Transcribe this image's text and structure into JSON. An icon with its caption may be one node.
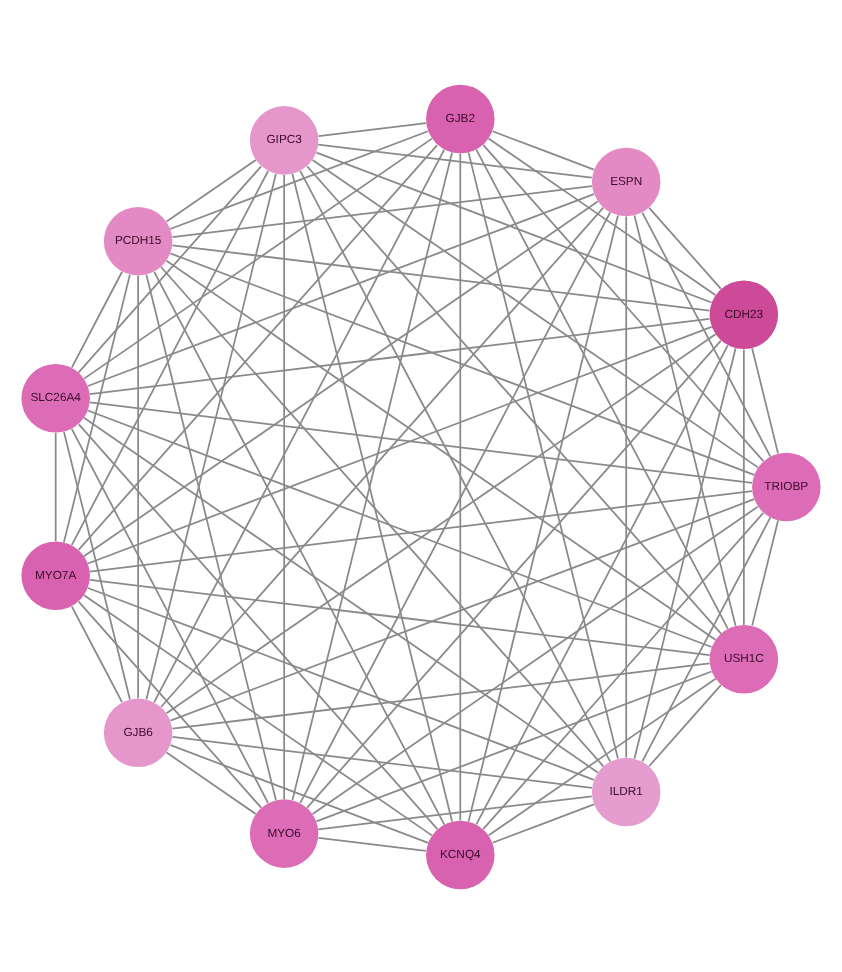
{
  "diagram": {
    "nodes": [
      {
        "text": [
          "USH1C"
        ]
      },
      {
        "text": [
          "TRIOBP"
        ]
      },
      {
        "text": [
          "KCNQ4"
        ]
      },
      {
        "text": [
          "MYO6"
        ]
      },
      {
        "text": [
          "GJB6"
        ]
      },
      {
        "text": [
          "MYO7A"
        ]
      },
      {
        "text": [
          "SLC26A4"
        ]
      },
      {
        "text": [
          "PCDH15"
        ]
      },
      {
        "text": [
          "GIPC3"
        ]
      },
      {
        "text": [
          "GJB2"
        ]
      },
      {
        "text": [
          "ESPN"
        ]
      },
      {
        "text": [
          "CDH23"
        ]
      },
      {
        "text": [
          "ILDR1"
        ]
      }
    ],
    "edges": [
      {
        "from": 0,
        "to": 1,
        "arrow": "none"
      },
      {
        "from": 0,
        "to": 2,
        "arrow": "none"
      },
      {
        "from": 0,
        "to": 3,
        "arrow": "none"
      },
      {
        "from": 0,
        "to": 4,
        "arrow": "none"
      },
      {
        "from": 0,
        "to": 5,
        "arrow": "none"
      },
      {
        "from": 0,
        "to": 6,
        "arrow": "none"
      },
      {
        "from": 0,
        "to": 7,
        "arrow": "none"
      },
      {
        "from": 0,
        "to": 8,
        "arrow": "none"
      },
      {
        "from": 0,
        "to": 9,
        "arrow": "none"
      },
      {
        "from": 0,
        "to": 10,
        "arrow": "none"
      },
      {
        "from": 0,
        "to": 11,
        "arrow": "none"
      },
      {
        "from": 0,
        "to": 12,
        "arrow": "none"
      },
      {
        "from": 1,
        "to": 2,
        "arrow": "none"
      },
      {
        "from": 1,
        "to": 3,
        "arrow": "none"
      },
      {
        "from": 1,
        "to": 4,
        "arrow": "none"
      },
      {
        "from": 1,
        "to": 5,
        "arrow": "none"
      },
      {
        "from": 1,
        "to": 6,
        "arrow": "none"
      },
      {
        "from": 1,
        "to": 7,
        "arrow": "none"
      },
      {
        "from": 1,
        "to": 8,
        "arrow": "none"
      },
      {
        "from": 1,
        "to": 9,
        "arrow": "none"
      },
      {
        "from": 1,
        "to": 10,
        "arrow": "none"
      },
      {
        "from": 1,
        "to": 11,
        "arrow": "none"
      },
      {
        "from": 1,
        "to": 12,
        "arrow": "none"
      },
      {
        "from": 2,
        "to": 3,
        "arrow": "none"
      },
      {
        "from": 2,
        "to": 4,
        "arrow": "none"
      },
      {
        "from": 2,
        "to": 5,
        "arrow": "none"
      },
      {
        "from": 2,
        "to": 6,
        "arrow": "none"
      },
      {
        "from": 2,
        "to": 7,
        "arrow": "none"
      },
      {
        "from": 2,
        "to": 8,
        "arrow": "none"
      },
      {
        "from": 2,
        "to": 9,
        "arrow": "none"
      },
      {
        "from": 2,
        "to": 10,
        "arrow": "none"
      },
      {
        "from": 2,
        "to": 11,
        "arrow": "none"
      },
      {
        "from": 2,
        "to": 12,
        "arrow": "none"
      },
      {
        "from": 3,
        "to": 4,
        "arrow": "none"
      },
      {
        "from": 3,
        "to": 5,
        "arrow": "none"
      },
      {
        "from": 3,
        "to": 6,
        "arrow": "none"
      },
      {
        "from": 3,
        "to": 7,
        "arrow": "none"
      },
      {
        "from": 3,
        "to": 8,
        "arrow": "none"
      },
      {
        "from": 3,
        "to": 9,
        "arrow": "none"
      },
      {
        "from": 3,
        "to": 10,
        "arrow": "none"
      },
      {
        "from": 3,
        "to": 11,
        "arrow": "none"
      },
      {
        "from": 3,
        "to": 12,
        "arrow": "none"
      },
      {
        "from": 4,
        "to": 5,
        "arrow": "none"
      },
      {
        "from": 4,
        "to": 6,
        "arrow": "none"
      },
      {
        "from": 4,
        "to": 7,
        "arrow": "none"
      },
      {
        "from": 4,
        "to": 8,
        "arrow": "none"
      },
      {
        "from": 4,
        "to": 9,
        "arrow": "none"
      },
      {
        "from": 4,
        "to": 10,
        "arrow": "none"
      },
      {
        "from": 4,
        "to": 11,
        "arrow": "none"
      },
      {
        "from": 4,
        "to": 12,
        "arrow": "none"
      },
      {
        "from": 5,
        "to": 6,
        "arrow": "none"
      },
      {
        "from": 5,
        "to": 7,
        "arrow": "none"
      },
      {
        "from": 5,
        "to": 8,
        "arrow": "none"
      },
      {
        "from": 5,
        "to": 9,
        "arrow": "none"
      },
      {
        "from": 5,
        "to": 10,
        "arrow": "none"
      },
      {
        "from": 5,
        "to": 11,
        "arrow": "none"
      },
      {
        "from": 5,
        "to": 12,
        "arrow": "none"
      },
      {
        "from": 6,
        "to": 7,
        "arrow": "none"
      },
      {
        "from": 6,
        "to": 8,
        "arrow": "none"
      },
      {
        "from": 6,
        "to": 9,
        "arrow": "none"
      },
      {
        "from": 6,
        "to": 10,
        "arrow": "none"
      },
      {
        "from": 6,
        "to": 11,
        "arrow": "none"
      },
      {
        "from": 6,
        "to": 12,
        "arrow": "none"
      },
      {
        "from": 7,
        "to": 8,
        "arrow": "none"
      },
      {
        "from": 7,
        "to": 9,
        "arrow": "none"
      },
      {
        "from": 7,
        "to": 10,
        "arrow": "none"
      },
      {
        "from": 7,
        "to": 11,
        "arrow": "none"
      },
      {
        "from": 7,
        "to": 12,
        "arrow": "none"
      },
      {
        "from": 8,
        "to": 9,
        "arrow": "none"
      },
      {
        "from": 8,
        "to": 10,
        "arrow": "none"
      },
      {
        "from": 8,
        "to": 11,
        "arrow": "none"
      },
      {
        "from": 8,
        "to": 12,
        "arrow": "none"
      },
      {
        "from": 9,
        "to": 10,
        "arrow": "none"
      },
      {
        "from": 9,
        "to": 11,
        "arrow": "none"
      },
      {
        "from": 9,
        "to": 12,
        "arrow": "none"
      },
      {
        "from": 10,
        "to": 11,
        "arrow": "none"
      },
      {
        "from": 10,
        "to": 12,
        "arrow": "none"
      },
      {
        "from": 11,
        "to": 12,
        "arrow": "none"
      }
    ]
  }
}
